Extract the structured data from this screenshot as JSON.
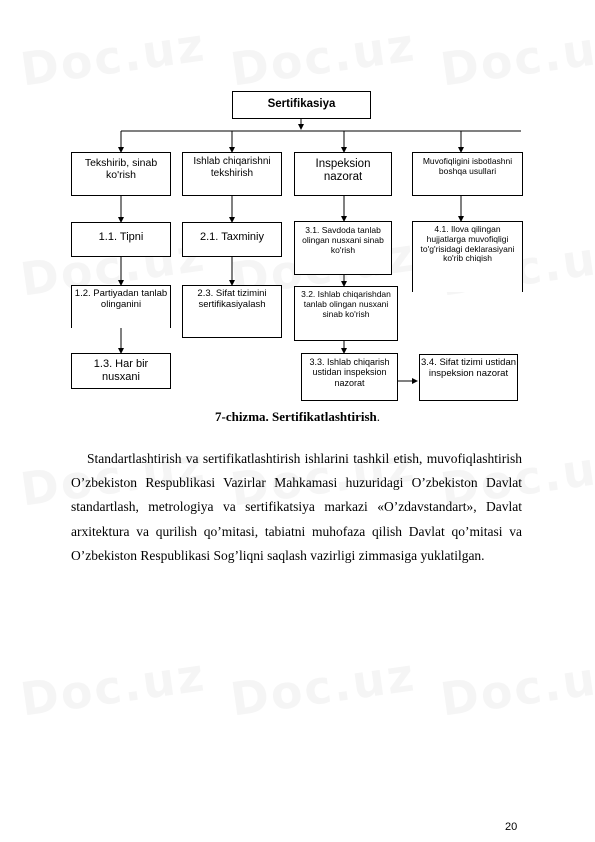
{
  "watermark": {
    "text": "Doc.uz"
  },
  "diagram": {
    "root": "Sertifikasiya",
    "col1": {
      "head": "Tekshirib, sinab ko'rish",
      "items": [
        "1.1. Tipni",
        "1.2. Partiyadan tanlab olinganini",
        "1.3. Har bir nusxani"
      ]
    },
    "col2": {
      "head": "Ishlab chiqarishni tekshirish",
      "items": [
        "2.1. Taxminiy",
        "2.3. Sifat tizimini sertifikasiyalash"
      ]
    },
    "col3": {
      "head": "Inspeksion nazorat",
      "items": [
        "3.1. Savdoda tanlab olingan nusxani sinab ko'rish",
        "3.2. Ishlab chiqarishdan tanlab olingan nusxani sinab ko'rish",
        "3.3. Ishlab chiqarish ustidan inspeksion nazorat"
      ]
    },
    "col4": {
      "head": "Muvofiqligini isbotlashni boshqa usullari",
      "items": [
        "4.1. Ilova qilingan hujjatlarga muvofiqligi to'g'risidagi deklarasiyani ko'rib chiqish",
        "3.4. Sifat tizimi ustidan inspeksion nazorat"
      ]
    }
  },
  "caption": {
    "bold": "7-chizma. Sertifikatlashtirish",
    "tail": "."
  },
  "paragraph": "Standartlashtirish va sertifikatlashtirish ishlarini tashkil etish, muvofiqlashtirish O’zbekiston Respublikasi Vazirlar Mahkamasi huzuridagi O’zbekiston Davlat standartlash, metrologiya va sertifikatsiya markazi «O’zdavstandart», Davlat arxitektura va qurilish qo’mitasi, tabiatni muhofaza qilish Davlat qo’mitasi va O’zbekiston Respublikasi Sog’liqni saqlash vazirligi zimmasiga yuklatilgan.",
  "page_number": "20"
}
